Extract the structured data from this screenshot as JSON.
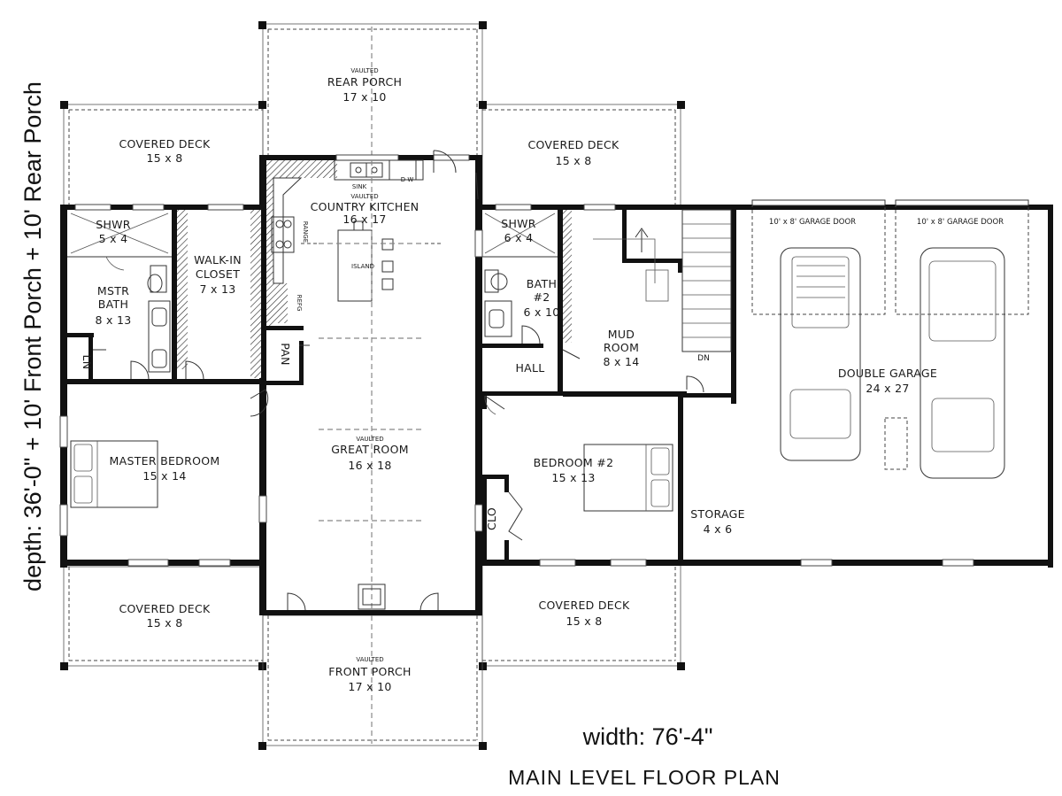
{
  "rooms": {
    "rear_porch": {
      "prefix": "VAULTED",
      "name": "REAR PORCH",
      "size": "17 x 10"
    },
    "front_porch": {
      "prefix": "VAULTED",
      "name": "FRONT PORCH",
      "size": "17 x 10"
    },
    "deck_top_left": {
      "name": "COVERED DECK",
      "size": "15 x 8"
    },
    "deck_top_right": {
      "name": "COVERED DECK",
      "size": "15 x 8"
    },
    "deck_bottom_left": {
      "name": "COVERED DECK",
      "size": "15 x 8"
    },
    "deck_bottom_right": {
      "name": "COVERED DECK",
      "size": "15 x 8"
    },
    "kitchen": {
      "prefix": "VAULTED",
      "name": "COUNTRY KITCHEN",
      "size": "16 x 17"
    },
    "great_room": {
      "prefix": "VAULTED",
      "name": "GREAT ROOM",
      "size": "16 x 18"
    },
    "master_shower": {
      "name": "SHWR",
      "size": "5 x 4"
    },
    "master_bath": {
      "line1": "MSTR",
      "line2": "BATH",
      "size": "8 x 13"
    },
    "walk_in_closet": {
      "line1": "WALK-IN",
      "line2": "CLOSET",
      "size": "7 x 13"
    },
    "linen": {
      "name": "LN"
    },
    "pantry": {
      "name": "PAN"
    },
    "master_bedroom": {
      "name": "MASTER BEDROOM",
      "size": "15 x 14"
    },
    "shower_2": {
      "name": "SHWR",
      "size": "6 x 4"
    },
    "bath_2": {
      "line1": "BATH",
      "line2": "#2",
      "size": "6 x 10"
    },
    "hall": {
      "name": "HALL"
    },
    "mud_room": {
      "line1": "MUD",
      "line2": "ROOM",
      "size": "8 x 14"
    },
    "bedroom_2": {
      "name": "BEDROOM #2",
      "size": "15 x 13"
    },
    "closet": {
      "name": "CLO"
    },
    "storage": {
      "name": "STORAGE",
      "size": "4 x 6"
    },
    "garage": {
      "name": "DOUBLE GARAGE",
      "size": "24 x 27"
    }
  },
  "fixtures": {
    "sink": "SINK",
    "dw": "D W",
    "range": "RANGE",
    "refg": "REFG",
    "island": "ISLAND",
    "stair_dn": "DN",
    "garage_door_1": "10' x 8' GARAGE DOOR",
    "garage_door_2": "10' x 8' GARAGE DOOR"
  },
  "captions": {
    "depth": "depth: 36'-0\" + 10' Front Porch + 10' Rear Porch",
    "width": "width: 76'-4\"",
    "title": "MAIN LEVEL FLOOR PLAN"
  }
}
